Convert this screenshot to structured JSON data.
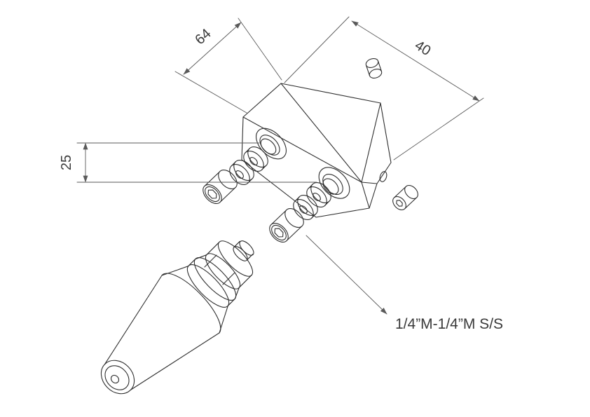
{
  "dimensions": {
    "block_width_mm": "64",
    "block_depth_mm": "40",
    "port_spacing_mm": "25"
  },
  "callout": {
    "thread_spec": "1/4”M-1/4”M S/S"
  },
  "colors": {
    "part_line": "#2f2f2f",
    "dimension_line": "#5a5a5a",
    "text": "#3a3a3a",
    "background": "#ffffff"
  }
}
